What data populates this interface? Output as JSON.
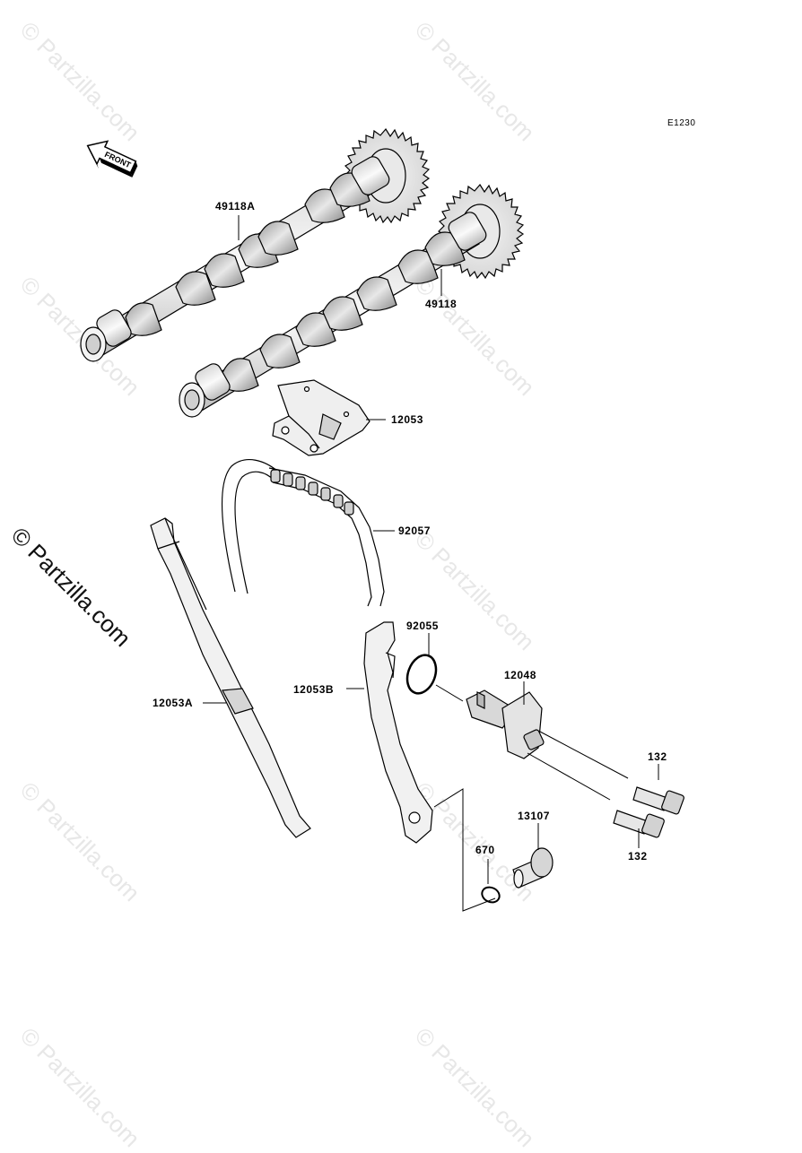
{
  "diagram_ref": "E1230",
  "front_arrow_label": "FRONT",
  "copyright": "© Partzilla.com",
  "watermark": "© Partzilla.com",
  "parts": [
    {
      "id": "49118A"
    },
    {
      "id": "49118"
    },
    {
      "id": "12053"
    },
    {
      "id": "92057"
    },
    {
      "id": "92055"
    },
    {
      "id": "12048"
    },
    {
      "id": "12053B"
    },
    {
      "id": "12053A"
    },
    {
      "id": "132"
    },
    {
      "id": "132"
    },
    {
      "id": "13107"
    },
    {
      "id": "670"
    }
  ]
}
